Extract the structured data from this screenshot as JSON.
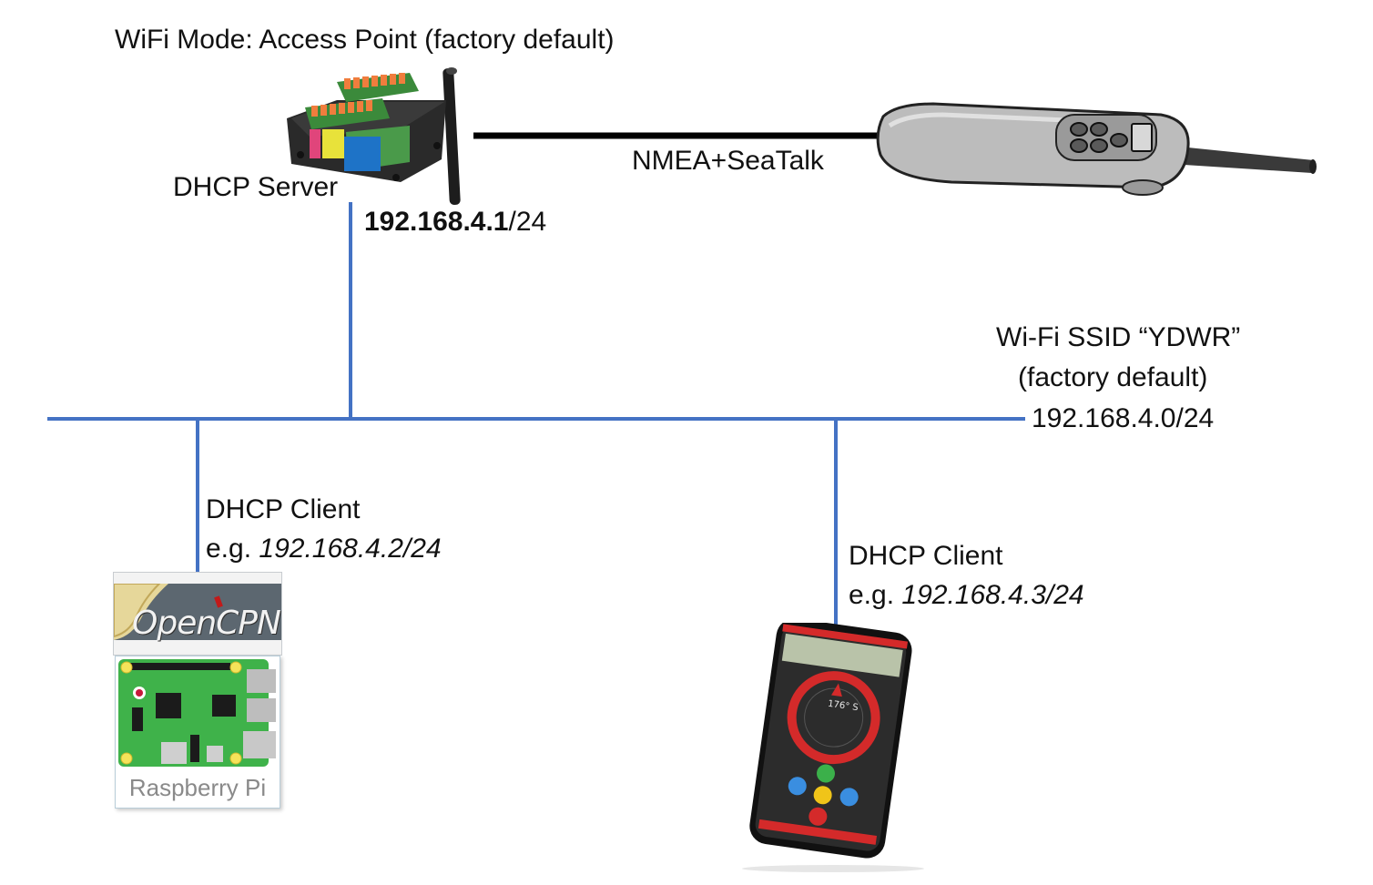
{
  "title": "WiFi Mode: Access Point (factory default)",
  "gateway": {
    "role": "DHCP Server",
    "ip_bold": "192.168.4.1",
    "ip_suffix": "/24"
  },
  "link": {
    "label": "NMEA+SeaTalk"
  },
  "network": {
    "ssid": "Wi-Fi SSID “YDWR”",
    "ssid_note": "(factory default)",
    "subnet": "192.168.4.0/24"
  },
  "client_pc": {
    "role": "DHCP Client",
    "eg": "e.g.",
    "ip": "192.168.4.2/24",
    "software_logo": "OpenCPN",
    "board_label": "Raspberry Pi"
  },
  "client_phone": {
    "role": "DHCP Client",
    "eg": "e.g.",
    "ip": "192.168.4.3/24",
    "heading": "176° S"
  },
  "colors": {
    "network_line": "#4472c4",
    "link_line": "#000000",
    "phone_accent": "#d42a2a",
    "pi_board": "#3fb24a"
  }
}
